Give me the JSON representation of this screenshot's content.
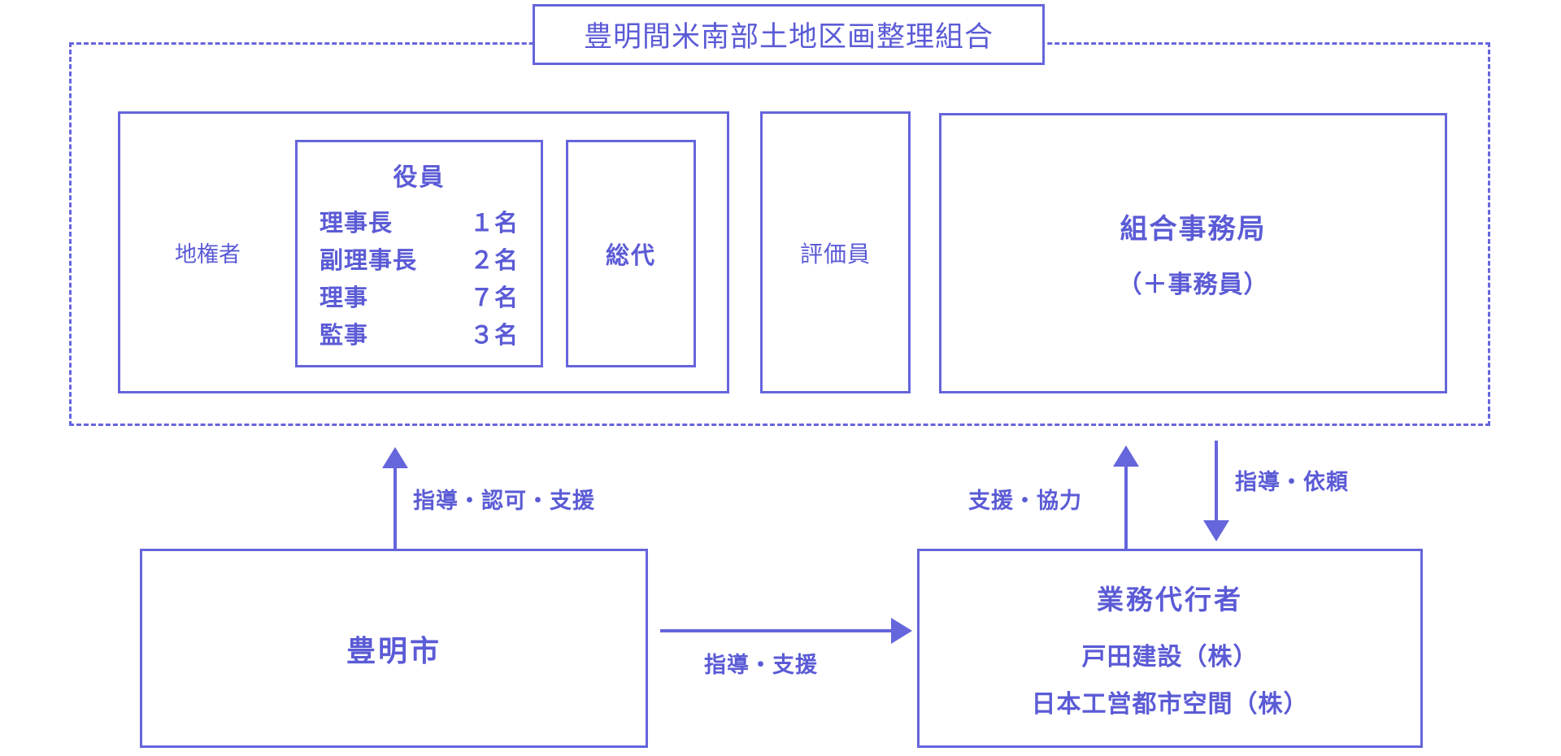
{
  "diagram": {
    "type": "organization-flow",
    "accent_color": "#5b5bd6",
    "border_color": "#6565dc",
    "background": "#ffffff"
  },
  "association": {
    "title": "豊明間米南部土地区画整理組合",
    "landowners": {
      "label": "地権者"
    },
    "officers": {
      "title": "役員",
      "rows": [
        {
          "role": "理事長",
          "count": "１名"
        },
        {
          "role": "副理事長",
          "count": "２名"
        },
        {
          "role": "理事",
          "count": "７名"
        },
        {
          "role": "監事",
          "count": "３名"
        }
      ]
    },
    "delegates": {
      "label": "総代"
    },
    "appraisers": {
      "label": "評価員"
    },
    "secretariat": {
      "title": "組合事務局",
      "subtitle": "（＋事務員）"
    }
  },
  "city": {
    "label": "豊明市"
  },
  "agent": {
    "title": "業務代行者",
    "companies": [
      "戸田建設（株）",
      "日本工営都市空間（株）"
    ]
  },
  "arrows": [
    {
      "id": "city-to-association",
      "label": "指導・認可・支援",
      "direction": "up"
    },
    {
      "id": "agent-to-association",
      "label": "支援・協力",
      "direction": "up"
    },
    {
      "id": "association-to-agent",
      "label": "指導・依頼",
      "direction": "down"
    },
    {
      "id": "city-to-agent",
      "label": "指導・支援",
      "direction": "right"
    }
  ]
}
